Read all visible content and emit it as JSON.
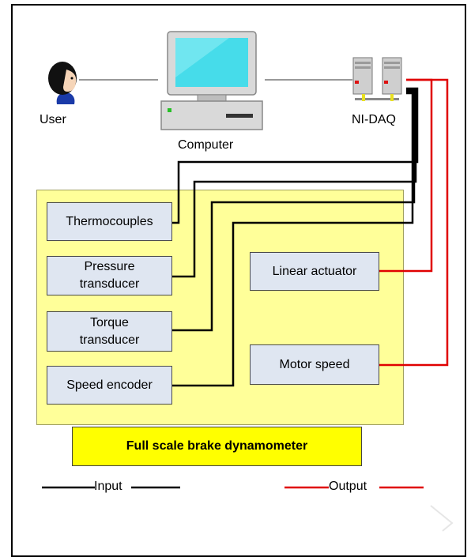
{
  "nodes": {
    "user": "User",
    "computer": "Computer",
    "daq": "NI-DAQ"
  },
  "sensors": {
    "thermocouples": "Thermocouples",
    "pressure": "Pressure transducer",
    "torque": "Torque transducer",
    "speed_encoder": "Speed encoder"
  },
  "actuators": {
    "linear": "Linear actuator",
    "motor": "Motor speed"
  },
  "title": "Full scale brake dynamometer",
  "legend": {
    "input": "Input",
    "output": "Output"
  },
  "colors": {
    "input_wire": "#000000",
    "output_wire": "#e00000",
    "panel": "#ffff99",
    "title_box": "#ffff00",
    "component": "#dfe6f1"
  }
}
